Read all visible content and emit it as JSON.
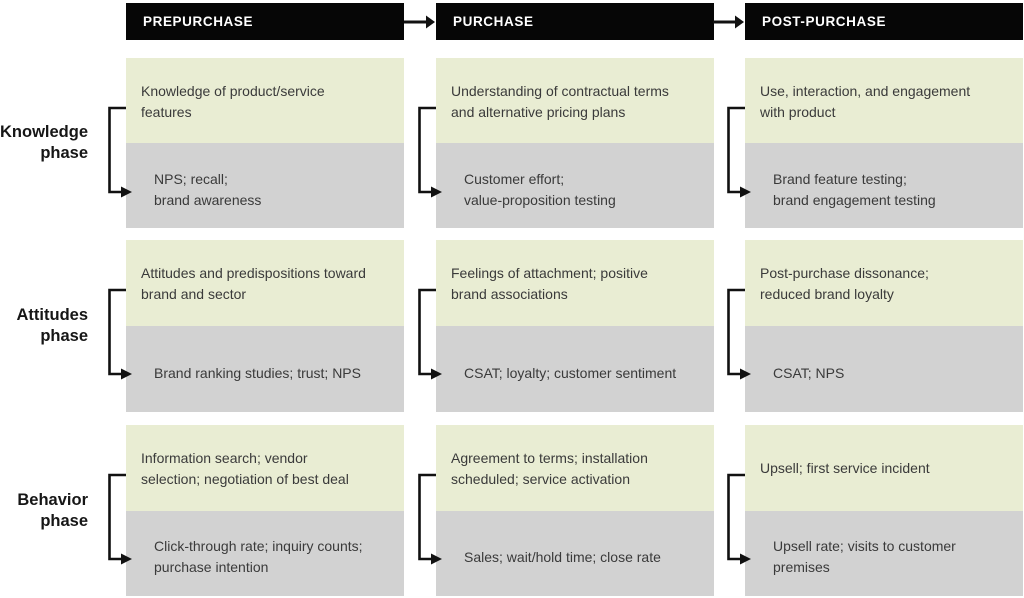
{
  "columns": [
    {
      "header": "PREPURCHASE"
    },
    {
      "header": "PURCHASE"
    },
    {
      "header": "POST-PURCHASE"
    }
  ],
  "rows": [
    {
      "label": "Knowledge\nphase",
      "cells": [
        {
          "green": "Knowledge of product/service\nfeatures",
          "gray": "NPS; recall;\nbrand awareness"
        },
        {
          "green": "Understanding of contractual terms\nand alternative pricing plans",
          "gray": "Customer effort;\nvalue-proposition testing"
        },
        {
          "green": "Use, interaction, and engagement\nwith product",
          "gray": "Brand feature testing;\nbrand engagement testing"
        }
      ]
    },
    {
      "label": "Attitudes\nphase",
      "cells": [
        {
          "green": "Attitudes and predispositions toward\nbrand and sector",
          "gray": "Brand ranking studies; trust; NPS"
        },
        {
          "green": "Feelings of attachment; positive\nbrand associations",
          "gray": "CSAT; loyalty; customer sentiment"
        },
        {
          "green": "Post-purchase dissonance;\nreduced brand loyalty",
          "gray": "CSAT; NPS"
        }
      ]
    },
    {
      "label": "Behavior\nphase",
      "cells": [
        {
          "green": "Information search; vendor\nselection; negotiation of best deal",
          "gray": "Click-through rate; inquiry counts;\npurchase intention"
        },
        {
          "green": "Agreement to terms; installation\nscheduled; service activation",
          "gray": "Sales; wait/hold time; close rate"
        },
        {
          "green": "Upsell; first service incident",
          "gray": "Upsell rate; visits to customer\npremises"
        }
      ]
    }
  ],
  "colors": {
    "green_box": "#e9edd3",
    "gray_box": "#d2d2d2",
    "header_bg": "#060606",
    "header_text": "#ffffff",
    "body_text": "#3a3a3a",
    "label_text": "#161616",
    "line_color": "#111111"
  }
}
